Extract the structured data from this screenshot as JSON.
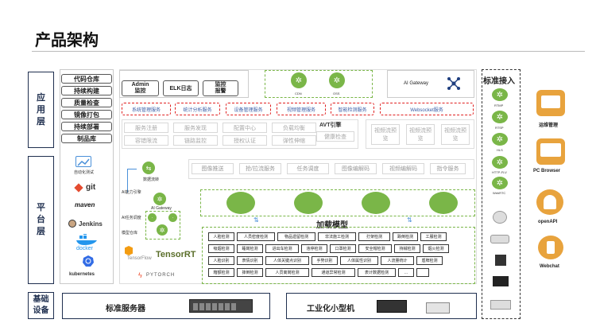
{
  "page_title": "产品架构",
  "layers": {
    "app": "应用层",
    "platform": "平台层",
    "infra": "基础设备"
  },
  "devops": [
    "代码仓库",
    "持续构建",
    "质量检查",
    "镜像打包",
    "持续部署",
    "制品库"
  ],
  "devops_logos": {
    "jenkins_auto": "自动化测试",
    "git": "git",
    "maven": "maven",
    "jenkins": "Jenkins",
    "docker": "docker",
    "kubernetes": "kubernetes"
  },
  "app_tools": [
    {
      "l1": "Admin",
      "l2": "监控"
    },
    {
      "l1": "ELK日志",
      "l2": ""
    },
    {
      "l1": "监控",
      "l2": "报警"
    }
  ],
  "cdn_labels": [
    "CDN",
    "OSS"
  ],
  "ai_gateway_top": "AI Gateway",
  "red_services": [
    "系统管理服务",
    "统计分析服务",
    "设备管理服务",
    "视频管理服务",
    "智能检测服务",
    "Websocket服务"
  ],
  "grey_services": [
    [
      "服务注册",
      "服务发现",
      "配置中心",
      "负载均衡"
    ],
    [
      "容错限流",
      "链路监控",
      "授权认证",
      "弹性伸缩"
    ]
  ],
  "avt_title": "AVT引擎",
  "avt_sub": "健康检查",
  "video_preview": [
    "视频流预览",
    "视频流预览",
    "视频流预览"
  ],
  "pipeline": [
    "图像推送",
    "抢/拉流服务",
    "任务调度",
    "图像编解码",
    "视频编解码",
    "指令服务"
  ],
  "data_flow": "数据流转",
  "platform_left": {
    "ai_ability": "AI能力引擎",
    "ai_gateway": "AI Gateway",
    "ai_task": "AI任务调度",
    "model_store": "模型仓库"
  },
  "frameworks": {
    "tensorflow": "TensorFlow",
    "tensorrt": "TensorRT",
    "pytorch": "PYTORCH"
  },
  "load_model": "加载模型",
  "detections": [
    [
      "人脸检测",
      "人员密度检测",
      "物品遗留检测",
      "非法施工检测",
      "打架检测",
      "跌倒检测",
      "工服检测"
    ],
    [
      "吸烟检测",
      "睡岗检测",
      "进出车检测",
      "违停检测",
      "口罩检测",
      "安全帽检测",
      "持械检测",
      "烟火检测"
    ],
    [
      "人脸识别",
      "表情识别",
      "人体关键点识别",
      "手势识别",
      "人体属性识别",
      "人流量统计",
      "盾牌检测"
    ],
    [
      "箱额检测",
      "摔倒检测",
      "人员离岗检测",
      "通道异常检测",
      "表计数据检测",
      "..."
    ]
  ],
  "infra": {
    "std_server": "标准服务器",
    "industrial": "工业化小型机"
  },
  "std_access": "标准接入",
  "protocols": [
    "RTMP",
    "RTSP",
    "HLS",
    "HTTP-FLV",
    "WebRTC"
  ],
  "clients": [
    "运维管理",
    "PC Browser",
    "openAPI",
    "Webchat"
  ]
}
